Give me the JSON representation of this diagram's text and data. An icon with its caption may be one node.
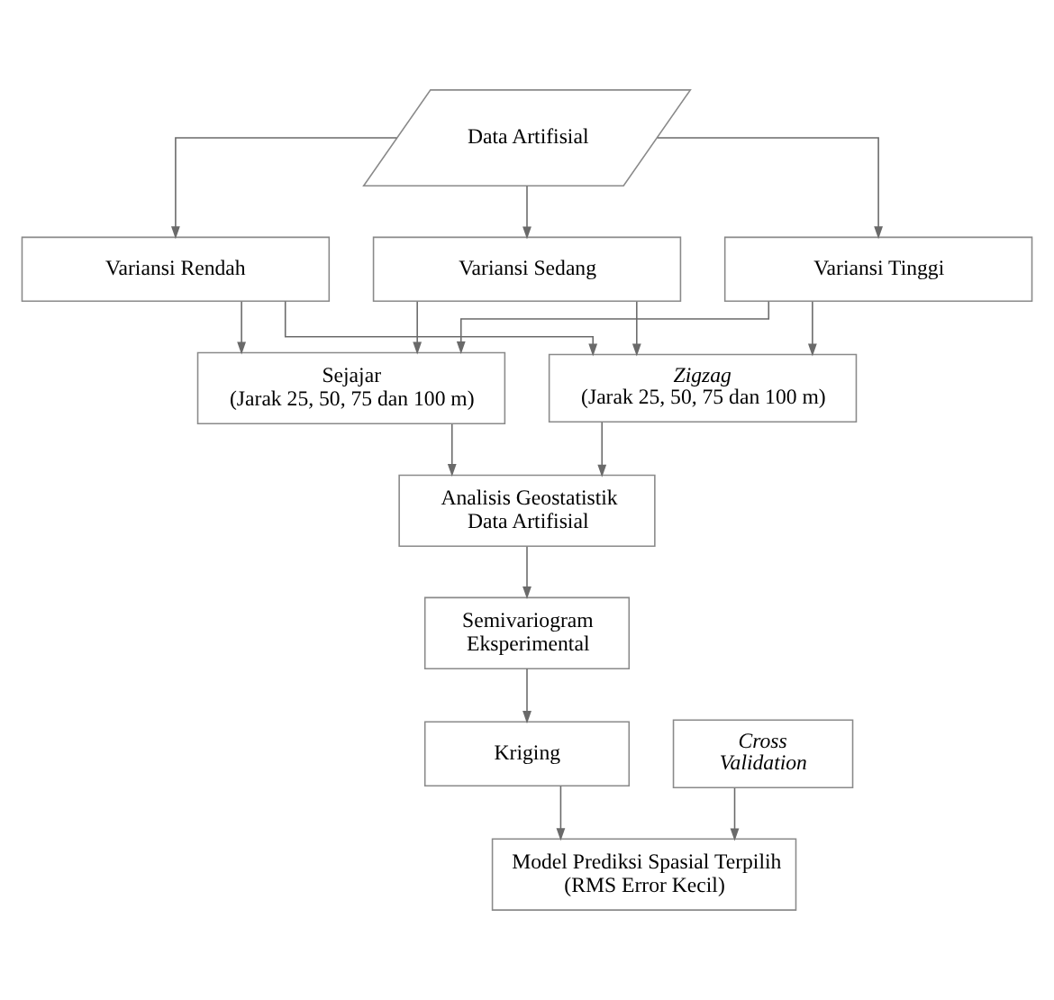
{
  "diagram": {
    "nodes": [
      {
        "text": [
          "Data Artifisial"
        ]
      },
      {
        "text": [
          "Variansi Rendah"
        ]
      },
      {
        "text": [
          "Variansi Sedang"
        ]
      },
      {
        "text": [
          "Variansi Tinggi"
        ]
      },
      {
        "text": [
          "Sejajar",
          "(Jarak 25, 50, 75 dan 100 m)"
        ]
      },
      {
        "text": [
          "Zigzag",
          "(Jarak 25, 50, 75 dan 100 m)"
        ]
      },
      {
        "text": [
          "Analisis Geostatistik Data Artifisial"
        ]
      },
      {
        "text": [
          "Semivariogram Eksperimental"
        ]
      },
      {
        "text": [
          "Kriging"
        ]
      },
      {
        "text": [
          "Cross Validation"
        ]
      },
      {
        "text": [
          "Model Prediksi Spasial Terpilih",
          "(RMS Error Kecil)"
        ]
      }
    ],
    "edges": [
      {
        "from": 0,
        "to": 1,
        "arrow": "to"
      },
      {
        "from": 0,
        "to": 2,
        "arrow": "to"
      },
      {
        "from": 0,
        "to": 3,
        "arrow": "to"
      },
      {
        "from": 1,
        "to": 4,
        "arrow": "to"
      },
      {
        "from": 1,
        "to": 5,
        "arrow": "to"
      },
      {
        "from": 2,
        "to": 4,
        "arrow": "to"
      },
      {
        "from": 2,
        "to": 5,
        "arrow": "to"
      },
      {
        "from": 3,
        "to": 4,
        "arrow": "to"
      },
      {
        "from": 3,
        "to": 5,
        "arrow": "to"
      },
      {
        "from": 4,
        "to": 6,
        "arrow": "to"
      },
      {
        "from": 5,
        "to": 6,
        "arrow": "to"
      },
      {
        "from": 6,
        "to": 7,
        "arrow": "to"
      },
      {
        "from": 7,
        "to": 8,
        "arrow": "to"
      },
      {
        "from": 8,
        "to": 10,
        "arrow": "to"
      },
      {
        "from": 9,
        "to": 10,
        "arrow": "to"
      }
    ]
  }
}
